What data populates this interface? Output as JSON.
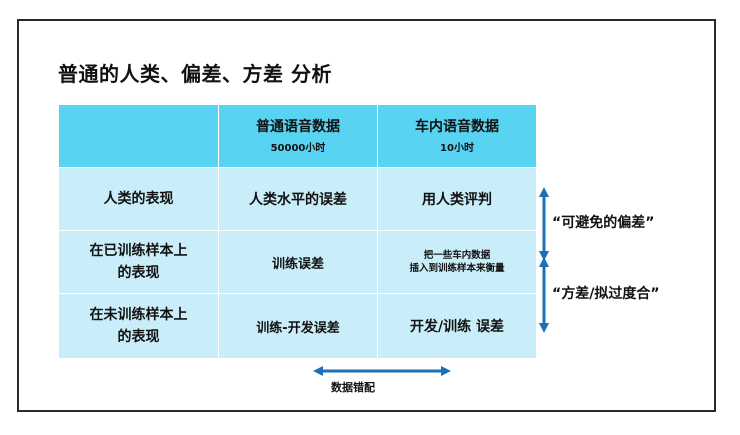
{
  "title": "普通的人类、偏差、方差 分析",
  "table": {
    "headers": [
      {
        "main": "",
        "sub": ""
      },
      {
        "main": "普通语音数据",
        "sub": "50000小时"
      },
      {
        "main": "车内语音数据",
        "sub": "10小时"
      }
    ],
    "rows": [
      {
        "label": "人类的表现",
        "general": "人类水平的误差",
        "incar": "用人类评判"
      },
      {
        "label": [
          "在已训练样本上",
          "的表现"
        ],
        "general": "训练误差",
        "incar": [
          "把一些车内数据",
          "插入到训练样本来衡量"
        ]
      },
      {
        "label": [
          "在未训练样本上",
          "的表现"
        ],
        "general": "训练-开发误差",
        "incar": "开发/训练 误差"
      }
    ]
  },
  "annotations": {
    "avoidable_bias": "“可避免的偏差”",
    "variance": "“方差/拟过度合”",
    "data_mismatch": "数据错配"
  },
  "colors": {
    "header_bg": "#59d3f2",
    "body_bg": "#c9eef9",
    "arrow": "#1e6fb5",
    "frame": "#2b2b2b"
  },
  "icons": [
    "double-arrow-vertical-icon",
    "double-arrow-horizontal-icon"
  ]
}
